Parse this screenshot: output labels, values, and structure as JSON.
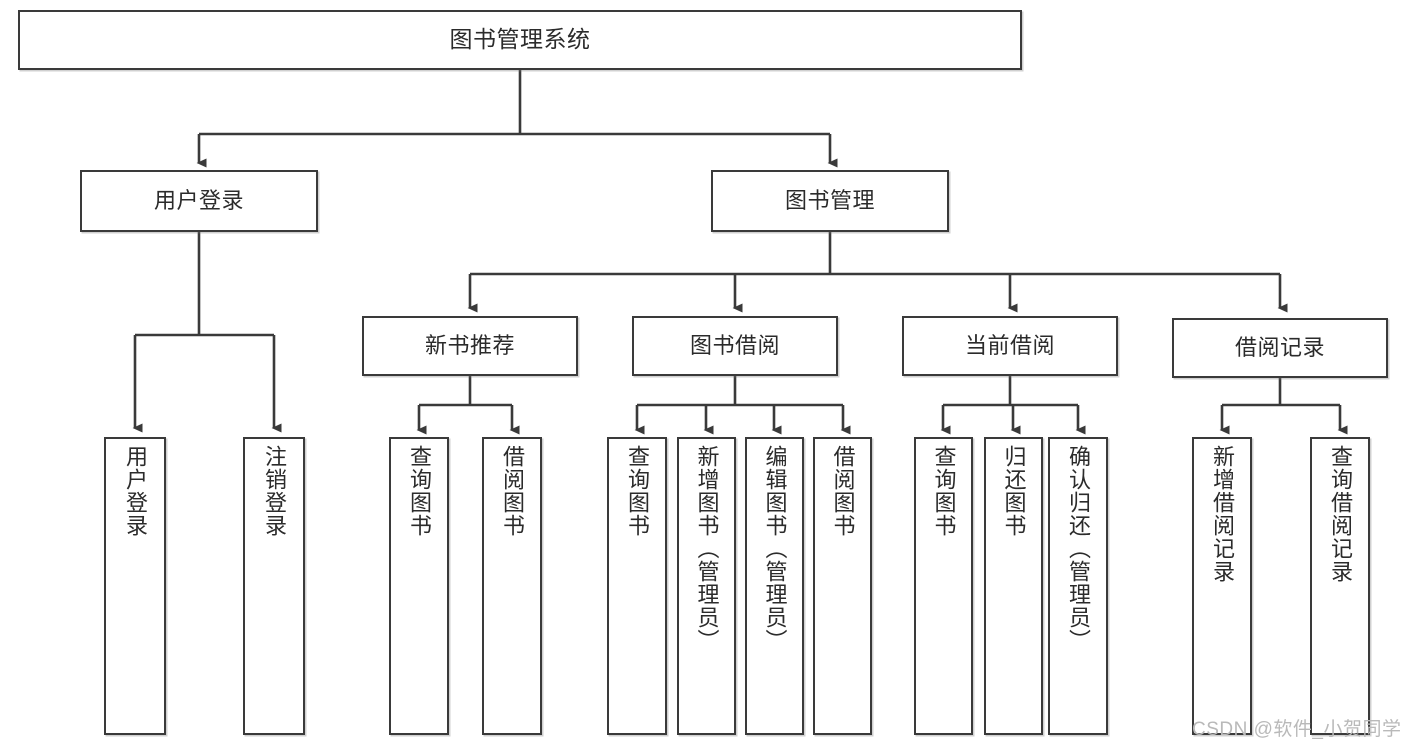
{
  "diagram": {
    "title": "图书管理系统",
    "watermark": "CSDN @软件_小贺同学",
    "colors": {
      "stroke": "#3a3a3a",
      "box_fill": "#ffffff",
      "text": "#2b2b2b",
      "watermark": "#b9b9b9",
      "background": "#ffffff"
    },
    "nodes": {
      "root": {
        "label": "图书管理系统"
      },
      "level2": [
        {
          "label": "用户登录"
        },
        {
          "label": "图书管理"
        }
      ],
      "level3": [
        {
          "label": "新书推荐"
        },
        {
          "label": "图书借阅"
        },
        {
          "label": "当前借阅"
        },
        {
          "label": "借阅记录"
        }
      ],
      "leaves": {
        "user_login": [
          {
            "label": "用户登录"
          },
          {
            "label": "注销登录"
          }
        ],
        "new_book_recommend": [
          {
            "label": "查询图书"
          },
          {
            "label": "借阅图书"
          }
        ],
        "book_borrow": [
          {
            "label": "查询图书"
          },
          {
            "label": "新增图书（管理员）"
          },
          {
            "label": "编辑图书（管理员）"
          },
          {
            "label": "借阅图书"
          }
        ],
        "current_borrow": [
          {
            "label": "查询图书"
          },
          {
            "label": "归还图书"
          },
          {
            "label": "确认归还（管理员）"
          }
        ],
        "borrow_records": [
          {
            "label": "新增借阅记录"
          },
          {
            "label": "查询借阅记录"
          }
        ]
      }
    }
  }
}
